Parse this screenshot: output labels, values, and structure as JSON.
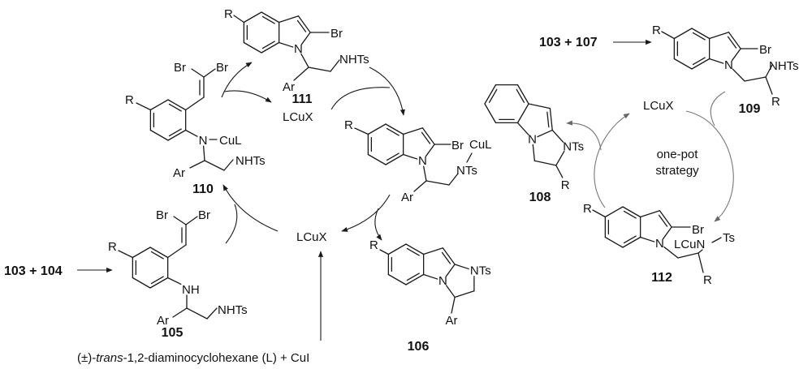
{
  "atoms": {
    "N": "N"
  },
  "reagents": {
    "start_left": "103 + 104",
    "start_right": "103 + 107",
    "ligand_prefix": "(±)-",
    "ligand_italic": "trans",
    "ligand_suffix": "-1,2-diaminocyclohexane (L) + CuI"
  },
  "catalyst": {
    "upper": "LCuX",
    "lower": "LCuX",
    "right": "LCuX"
  },
  "strategy": {
    "line1": "one-pot",
    "line2": "strategy"
  },
  "m105": {
    "label": "105",
    "R": "R",
    "Br1": "Br",
    "Br2": "Br",
    "NH": "NH",
    "Ar": "Ar",
    "NHTs": "NHTs"
  },
  "m110": {
    "label": "110",
    "R": "R",
    "Br1": "Br",
    "Br2": "Br",
    "N": "N",
    "CuL": "CuL",
    "Ar": "Ar",
    "NHTs": "NHTs"
  },
  "m111": {
    "label": "111",
    "R": "R",
    "Br": "Br",
    "Ar": "Ar",
    "NHTs": "NHTs"
  },
  "cu_complex": {
    "R": "R",
    "Br": "Br",
    "CuL": "CuL",
    "NTs": "NTs",
    "Ar": "Ar"
  },
  "m106": {
    "label": "106",
    "R": "R",
    "NTs": "NTs",
    "Ar": "Ar"
  },
  "m108": {
    "label": "108",
    "NTs": "NTs",
    "R": "R"
  },
  "m109": {
    "label": "109",
    "R": "R",
    "Br": "Br",
    "NHTs": "NHTs",
    "R2": "R"
  },
  "m112": {
    "label": "112",
    "R": "R",
    "Br": "Br",
    "LCuN": "LCuN",
    "Ts": "Ts",
    "R2": "R"
  },
  "colors": {
    "bonds": "#1a1a1a",
    "cycle_right_arrows": "#777777"
  }
}
